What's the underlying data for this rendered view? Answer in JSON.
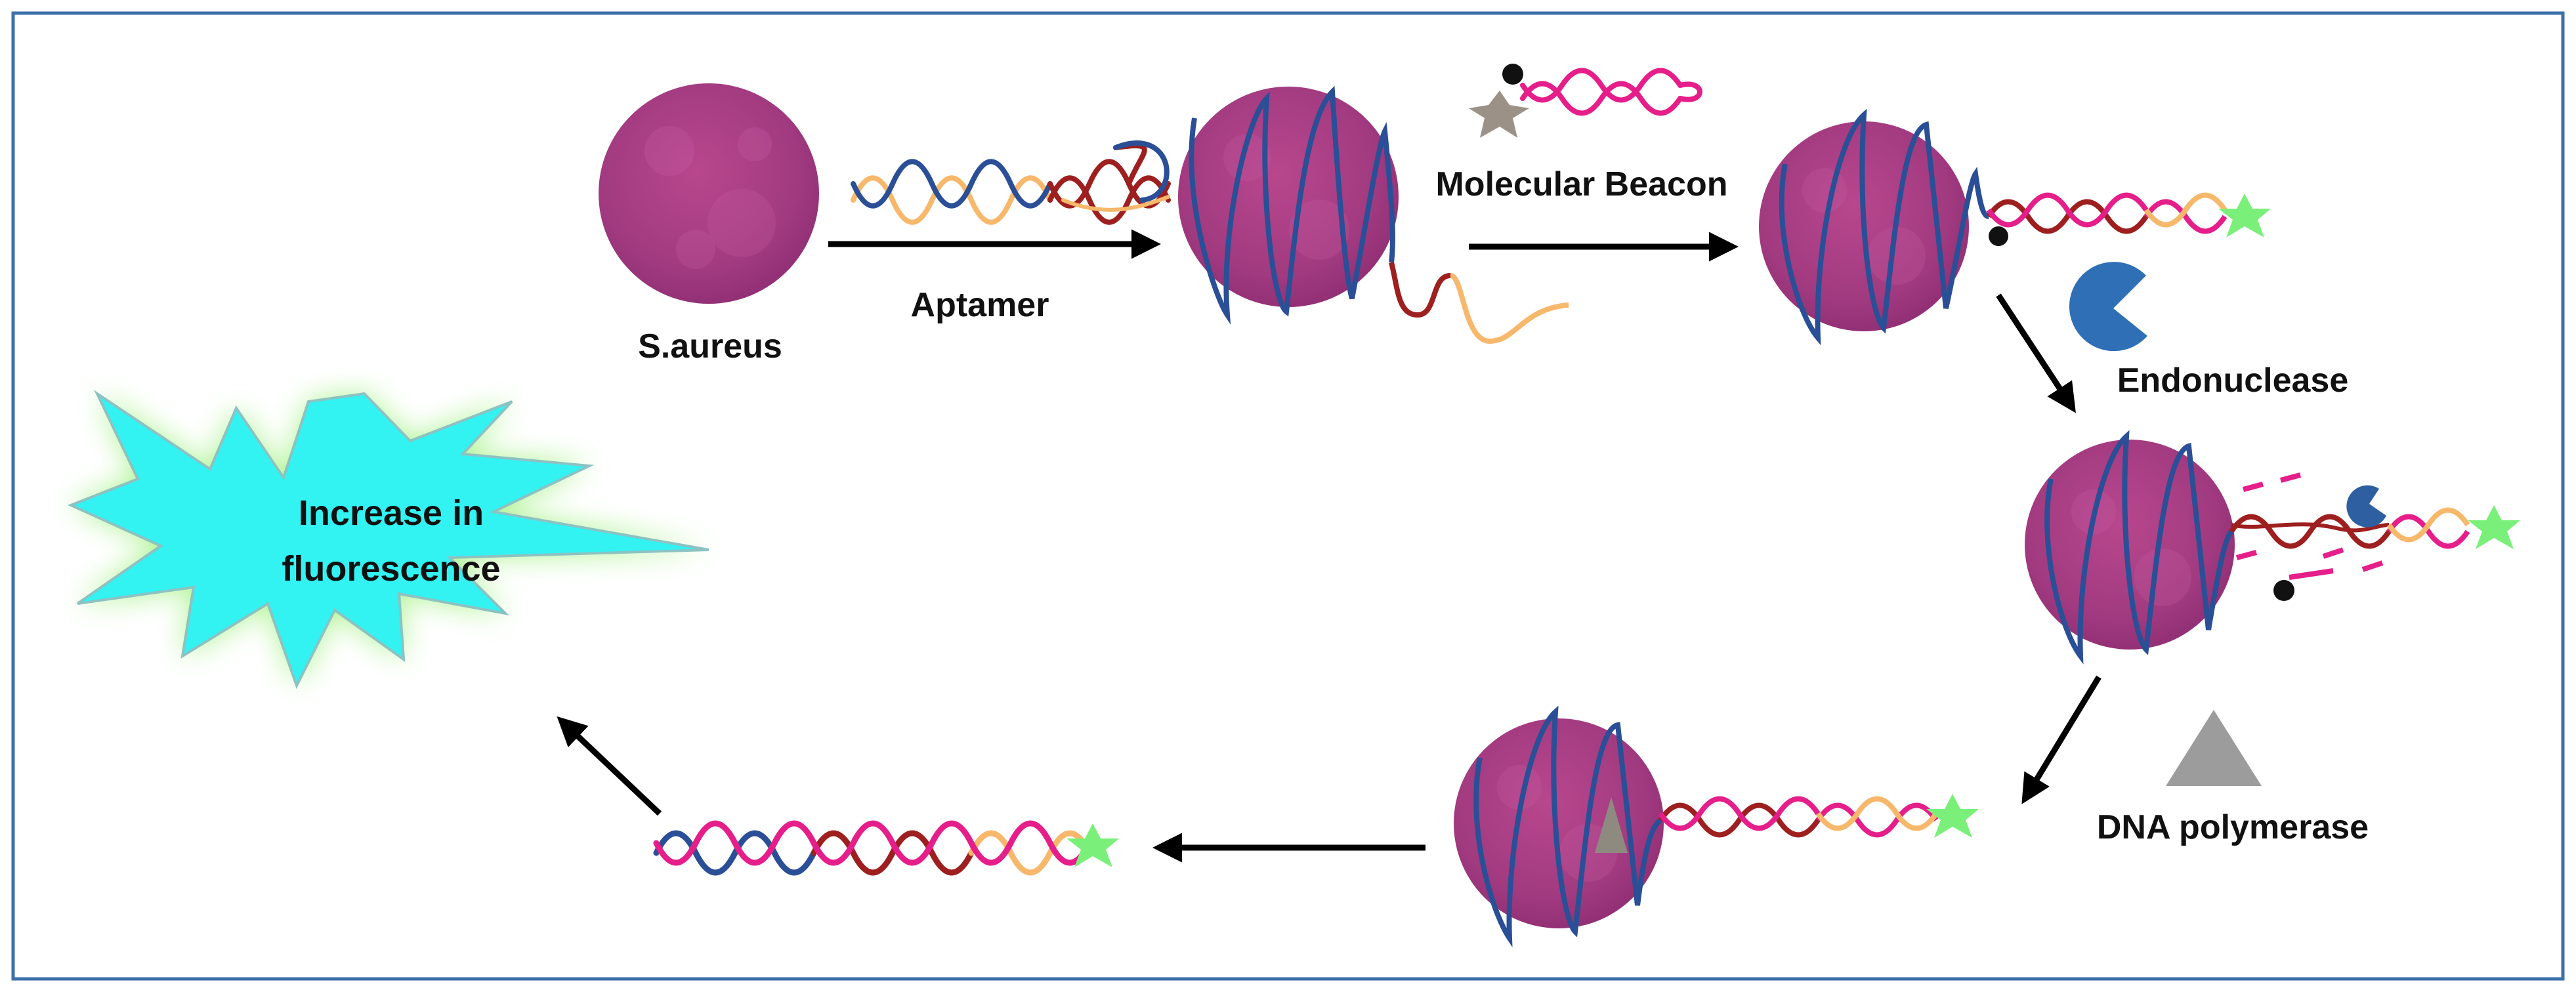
{
  "labels": {
    "bacterium": "S.aureus",
    "aptamer": "Aptamer",
    "beacon": "Molecular Beacon",
    "endonuclease": "Endonuclease",
    "polymerase": "DNA polymerase",
    "burst_line1": "Increase in",
    "burst_line2": "fluorescence"
  },
  "colors": {
    "frame": "#3a6fa8",
    "cell": "#a8357e",
    "cell_highlight": "#c24d97",
    "strand_blue": "#2a4f96",
    "strand_red": "#9e1f1f",
    "strand_orange": "#f7b86c",
    "strand_pink": "#e51e8a",
    "fluorophore": "#7af07a",
    "quencher": "#111111",
    "endonuclease": "#2e6fb5",
    "polymerase": "#9c9c9c",
    "burst_fill": "#33f2f2",
    "burst_glow": "#9cf07a",
    "arrow": "#000000"
  }
}
